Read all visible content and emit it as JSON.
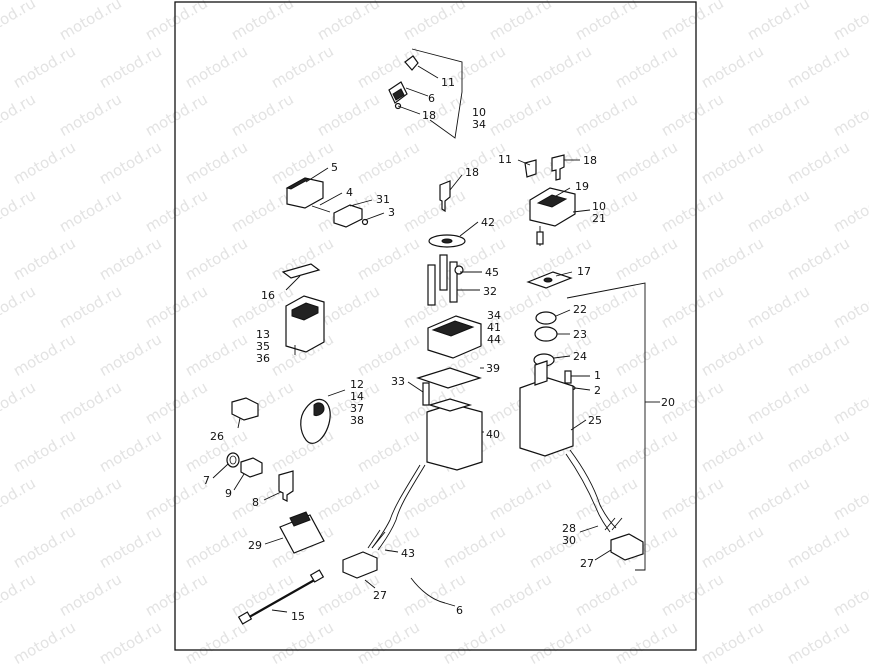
{
  "watermark": "motod.ru",
  "callouts": [
    "11",
    "6",
    "18",
    "10",
    "34",
    "5",
    "4",
    "31",
    "3",
    "18",
    "11",
    "18",
    "19",
    "10",
    "21",
    "42",
    "45",
    "32",
    "17",
    "16",
    "13",
    "35",
    "36",
    "34",
    "41",
    "44",
    "22",
    "23",
    "24",
    "1",
    "2",
    "33",
    "39",
    "12",
    "14",
    "37",
    "38",
    "26",
    "25",
    "20",
    "40",
    "7",
    "9",
    "8",
    "29",
    "28",
    "30",
    "43",
    "27",
    "27",
    "6",
    "15"
  ]
}
